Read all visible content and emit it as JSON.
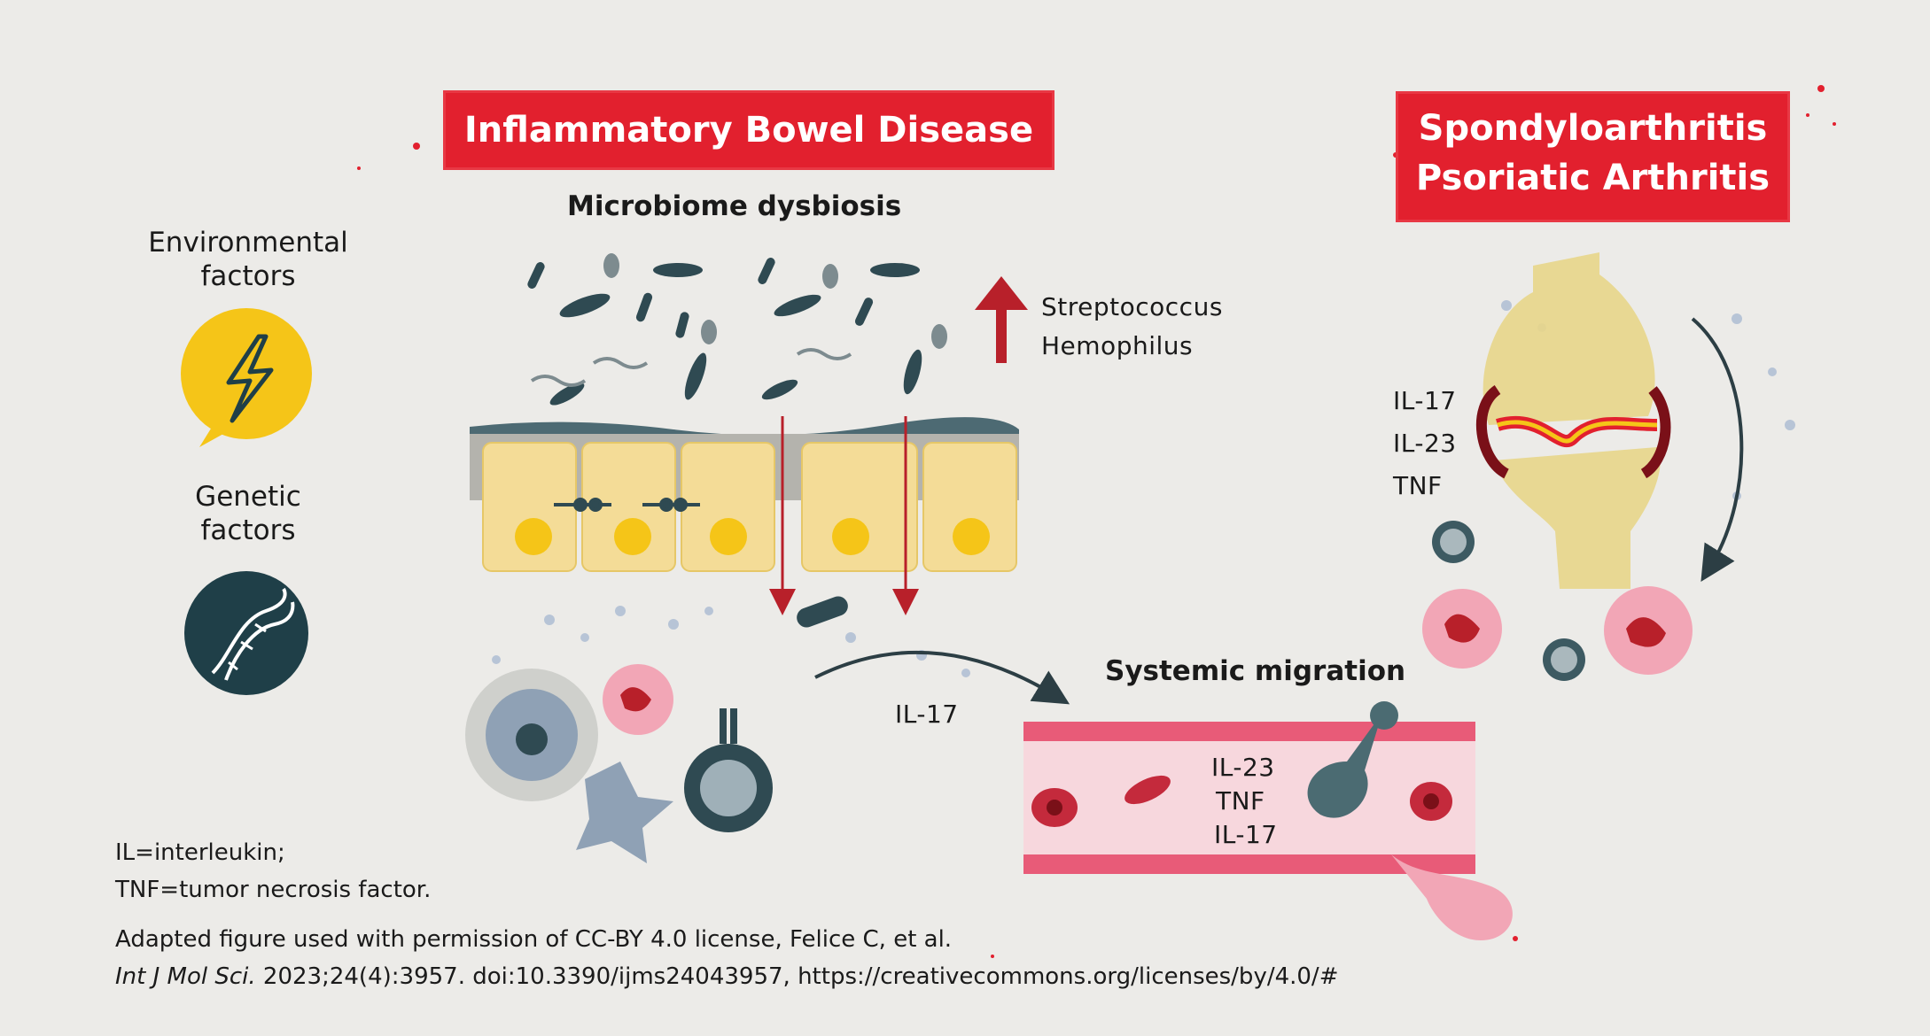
{
  "banners": {
    "ibd": "Inflammatory Bowel Disease",
    "spa_line1": "Spondyloarthritis",
    "spa_line2": "Psoriatic Arthritis"
  },
  "left_factors": {
    "environmental_line1": "Environmental",
    "environmental_line2": "factors",
    "genetic_line1": "Genetic",
    "genetic_line2": "factors"
  },
  "labels": {
    "microbiome": "Microbiome dysbiosis",
    "bacteria_1": "Streptococcus",
    "bacteria_2": "Hemophilus",
    "il17_gut": "IL-17",
    "systemic": "Systemic migration",
    "vessel_1": "IL-23",
    "vessel_2": "TNF",
    "vessel_3": "IL-17",
    "joint_1": "IL-17",
    "joint_2": "IL-23",
    "joint_3": "TNF"
  },
  "footnotes": {
    "abbr_il": "IL=interleukin;",
    "abbr_tnf": "TNF=tumor necrosis factor.",
    "adapted": "Adapted figure used with permission of CC-BY 4.0 license, Felice C, et al.",
    "journal": "Int J Mol Sci.",
    "citation": " 2023;24(4):3957. doi:10.3390/ijms24043957, https://creativecommons.org/licenses/by/4.0/#"
  },
  "colors": {
    "brand_red": "#e2202e",
    "arrow_red": "#b8202a",
    "yellow": "#f5c518",
    "dark_teal": "#1f3f48",
    "pink": "#f2a6b6"
  }
}
